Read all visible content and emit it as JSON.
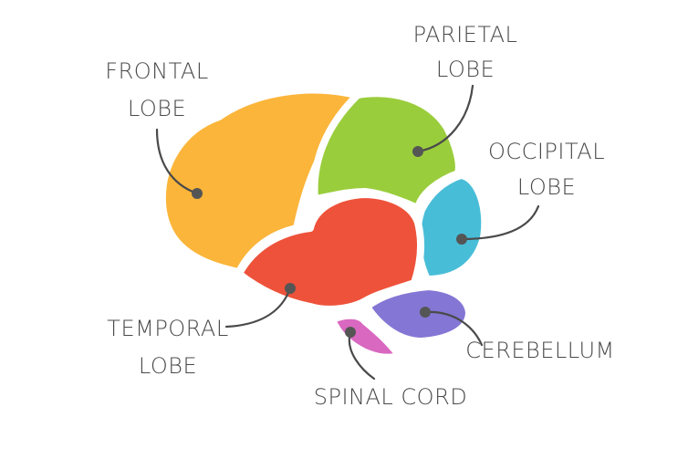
{
  "diagram": {
    "regions": [
      {
        "id": "frontal",
        "label_line1": "FRONTAL",
        "label_line2": "LOBE",
        "color": "#FBB53A"
      },
      {
        "id": "parietal",
        "label_line1": "PARIETAL",
        "label_line2": "LOBE",
        "color": "#9ACD3C"
      },
      {
        "id": "occipital",
        "label_line1": "OCCIPITAL",
        "label_line2": "LOBE",
        "color": "#48BDD8"
      },
      {
        "id": "temporal",
        "label_line1": "TEMPORAL",
        "label_line2": "LOBE",
        "color": "#EE523A"
      },
      {
        "id": "cerebellum",
        "label_line1": "CEREBELLUM",
        "label_line2": "",
        "color": "#8476D4"
      },
      {
        "id": "spinal",
        "label_line1": "SPINAL CORD",
        "label_line2": "",
        "color": "#D968C0"
      }
    ],
    "leader_color": "#4a4a4a"
  }
}
